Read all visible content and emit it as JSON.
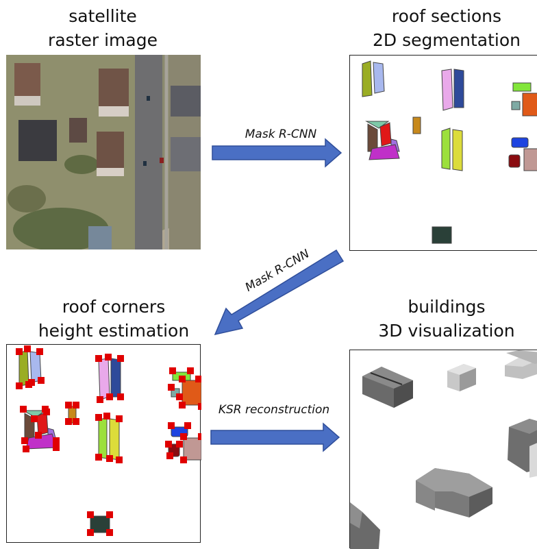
{
  "panels": {
    "satellite": {
      "title_line1": "satellite",
      "title_line2": "raster image"
    },
    "segmentation": {
      "title_line1": "roof sections",
      "title_line2": "2D segmentation"
    },
    "corners": {
      "title_line1": "roof corners",
      "title_line2": "height estimation"
    },
    "buildings": {
      "title_line1": "buildings",
      "title_line2": "3D visualization"
    }
  },
  "arrows": {
    "seg_arrow_label": "Mask R-CNN",
    "corner_arrow_label": "Mask R-CNN",
    "ksr_arrow_label": "KSR reconstruction"
  },
  "colors": {
    "arrow_fill": "#4a6fc4",
    "arrow_stroke": "#2f4e9a",
    "corner_marker": "#e00000"
  }
}
